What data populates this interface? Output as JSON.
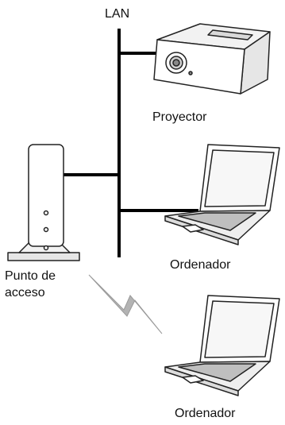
{
  "labels": {
    "lan": "LAN",
    "projector": "Proyector",
    "computer_top": "Ordenador",
    "access_point_line1": "Punto de",
    "access_point_line2": "acceso",
    "computer_bottom": "Ordenador"
  },
  "colors": {
    "line": "#000000",
    "device_fill": "#ffffff",
    "device_stroke": "#222222",
    "shading": "#d9d9d9",
    "lightning": "#b3b3b3"
  }
}
